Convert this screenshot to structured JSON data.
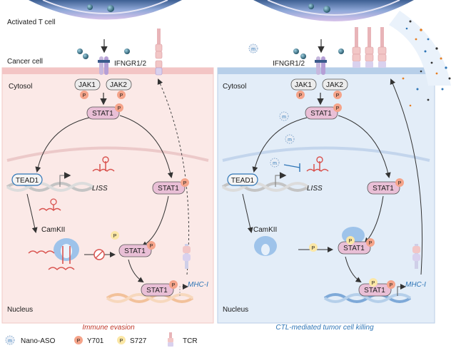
{
  "labels": {
    "activated_t_cell": "Activated T cell",
    "cancer_cell": "Cancer cell",
    "cytosol": "Cytosol",
    "nucleus": "Nucleus",
    "ifngr": "IFNGR1/2",
    "jak1": "JAK1",
    "jak2": "JAK2",
    "stat1": "STAT1",
    "tead1": "TEAD1",
    "liss": "LISS",
    "camkii": "CamKII",
    "mhc": "MHC-I",
    "p": "P"
  },
  "captions": {
    "left": "Immune evasion",
    "right": "CTL-mediated tumor cell killing"
  },
  "legend": {
    "nano_aso": "Nano-ASO",
    "y701": "Y701",
    "s727": "S727",
    "tcr": "TCR",
    "m_icon": "m"
  },
  "colors": {
    "left_panel": "#fbe9e7",
    "right_panel": "#e3edf8",
    "membrane_left": "#f3c5c5",
    "membrane_right": "#b7cfe9",
    "stat1_fill": "#e9bfd6",
    "p_y701": "#f5a48a",
    "p_s727": "#fbe7a6",
    "immune_evasion_text": "#c0392b",
    "ctl_text": "#2e75b6",
    "mhc_text": "#2e75b6",
    "camkii": "#9ec3ea",
    "lncrna": "#d9534f"
  }
}
